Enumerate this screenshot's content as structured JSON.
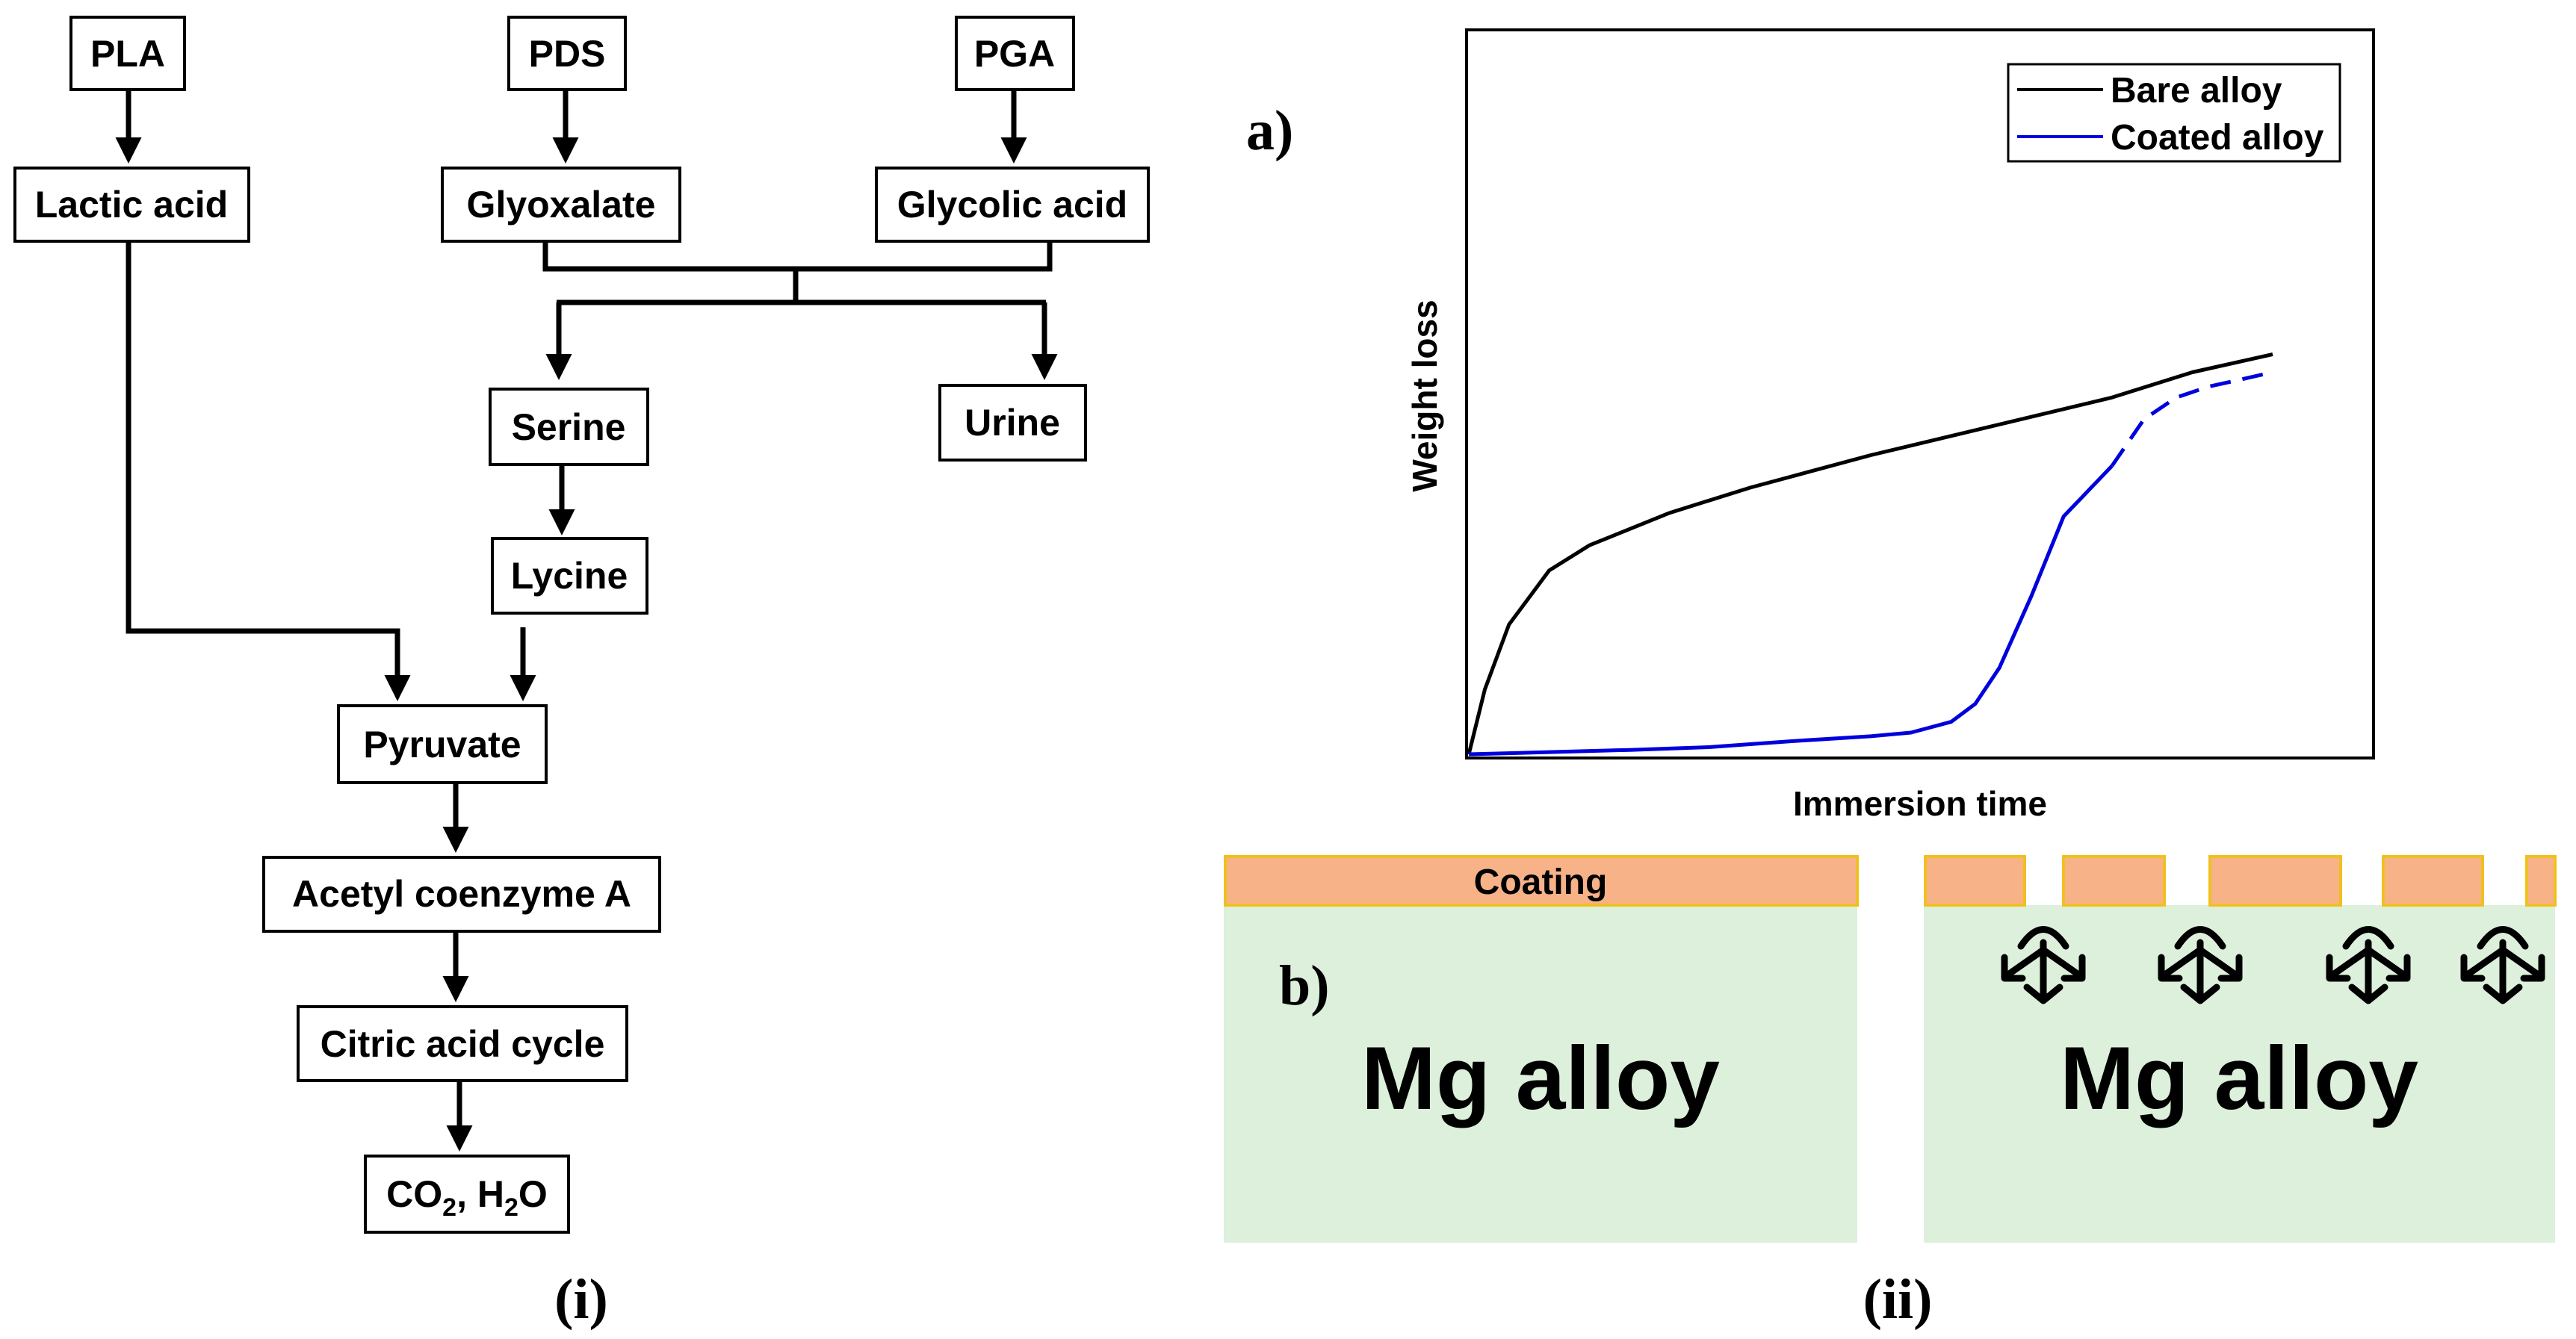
{
  "flowchart": {
    "nodes": {
      "pla": "PLA",
      "pds": "PDS",
      "pga": "PGA",
      "lactic_acid": "Lactic acid",
      "glyoxalate": "Glyoxalate",
      "glycolic_acid": "Glycolic acid",
      "serine": "Serine",
      "urine": "Urine",
      "lycine": "Lycine",
      "pyruvate": "Pyruvate",
      "acetyl_coa": "Acetyl coenzyme A",
      "citric_acid_cycle": "Citric acid cycle",
      "co2_h2o": {
        "co": "CO",
        "two_a": "2",
        "comma_h": ", H",
        "two_b": "2",
        "o": "O"
      }
    },
    "edges": [
      [
        "PLA",
        "Lactic acid"
      ],
      [
        "PDS",
        "Glyoxalate"
      ],
      [
        "PGA",
        "Glycolic acid"
      ],
      [
        "Glyoxalate",
        "Serine"
      ],
      [
        "Glyoxalate",
        "Urine"
      ],
      [
        "Glycolic acid",
        "Serine"
      ],
      [
        "Glycolic acid",
        "Urine"
      ],
      [
        "Serine",
        "Lycine"
      ],
      [
        "Lactic acid",
        "Pyruvate"
      ],
      [
        "Lycine",
        "Pyruvate"
      ],
      [
        "Pyruvate",
        "Acetyl coenzyme A"
      ],
      [
        "Acetyl coenzyme A",
        "Citric acid cycle"
      ],
      [
        "Citric acid cycle",
        "CO2, H2O"
      ]
    ],
    "panel_label": "(i)"
  },
  "panel_ii": {
    "label": "(ii)",
    "sub_a": "a)",
    "sub_b": "b)"
  },
  "chart_data": {
    "type": "line",
    "title": "",
    "xlabel": "Immersion time",
    "ylabel": "Weight loss",
    "xlim": [
      0,
      1
    ],
    "ylim": [
      0,
      1
    ],
    "ticks": "none",
    "grid": false,
    "legend_position": "top-right",
    "series": [
      {
        "name": "Bare alloy",
        "color": "#000000",
        "line": "solid",
        "x": [
          0,
          0.02,
          0.05,
          0.1,
          0.15,
          0.25,
          0.35,
          0.5,
          0.65,
          0.8,
          0.9,
          1.0
        ],
        "y": [
          0,
          0.09,
          0.18,
          0.255,
          0.29,
          0.335,
          0.37,
          0.415,
          0.455,
          0.495,
          0.53,
          0.555
        ]
      },
      {
        "name": "Coated alloy",
        "color": "#0000dd",
        "line": "solid",
        "x": [
          0,
          0.1,
          0.2,
          0.3,
          0.4,
          0.5,
          0.55,
          0.6,
          0.63,
          0.66,
          0.7,
          0.74,
          0.8
        ],
        "y": [
          0,
          0.003,
          0.006,
          0.01,
          0.018,
          0.025,
          0.03,
          0.045,
          0.07,
          0.12,
          0.22,
          0.33,
          0.4
        ]
      },
      {
        "name": "",
        "color": "#0000dd",
        "line": "dashed",
        "x": [
          0.8,
          0.84,
          0.88,
          0.92,
          0.96,
          1.0
        ],
        "y": [
          0.4,
          0.465,
          0.495,
          0.51,
          0.52,
          0.53
        ]
      }
    ]
  },
  "schematic": {
    "coating_label": "Coating",
    "left_substrate": "Mg alloy",
    "right_substrate": "Mg alloy",
    "colors": {
      "coating": "#f7b288",
      "coating_edge": "#f0c020",
      "substrate": "#dcf0dc"
    }
  }
}
